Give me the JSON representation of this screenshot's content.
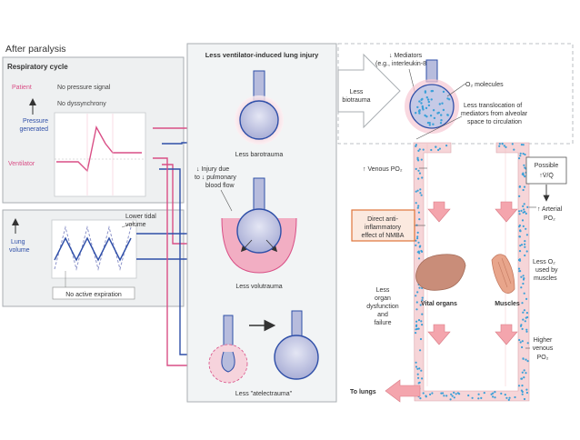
{
  "header": {
    "title": "After paralysis"
  },
  "respiratory_panel": {
    "title": "Respiratory cycle",
    "patient_label": "Patient",
    "no_pressure_signal": "No pressure signal",
    "no_dyssynchrony": "No dyssynchrony",
    "pressure_generated_line1": "Pressure",
    "pressure_generated_line2": "generated",
    "ventilator_label": "Ventilator"
  },
  "volume_panel": {
    "lung_volume_line1": "Lung",
    "lung_volume_line2": "volume",
    "lower_tidal_line1": "Lower tidal",
    "lower_tidal_line2": "volume",
    "no_active_expiration": "No active expiration"
  },
  "center_panel": {
    "title": "Less ventilator-induced lung injury",
    "less_barotrauma": "Less barotrauma",
    "injury_line1": "↓ Injury due",
    "injury_line2": "to ↓ pulmonary",
    "injury_line3": "blood flow",
    "less_volutrauma": "Less volutrauma",
    "less_atelectrauma": "Less \"atelectrauma\""
  },
  "right_panel": {
    "less_biotrauma_line1": "Less",
    "less_biotrauma_line2": "biotrauma",
    "mediators_line1": "↓ Mediators",
    "mediators_line2": "(e.g., interleukin-8)",
    "o2_molecules": "O₂ molecules",
    "translocation_line1": "Less translocation of",
    "translocation_line2": "mediators from alveolar",
    "translocation_line3": "space to circulation",
    "venous_po2": "↑ Venous PO₂",
    "possible_line1": "Possible",
    "possible_line2": "↑V̇/Q̇",
    "arterial_po2_line1": "↑ Arterial",
    "arterial_po2_line2": "PO₂",
    "nmba_line1": "Direct anti-",
    "nmba_line2": "inflammatory",
    "nmba_line3": "effect of NMBA",
    "less_o2_line1": "Less O₂",
    "less_o2_line2": "used by",
    "less_o2_line3": "muscles",
    "organ_line1": "Less",
    "organ_line2": "organ",
    "organ_line3": "dysfunction",
    "organ_line4": "and",
    "organ_line5": "failure",
    "vital_organs": "Vital organs",
    "muscles": "Muscles",
    "higher_line1": "Higher",
    "higher_line2": "venous",
    "higher_line3": "PO₂",
    "to_lungs": "To lungs"
  },
  "colors": {
    "panel_bg": "#eef0f1",
    "panel_border": "#a9aeb2",
    "ventilator_pink": "#d94f86",
    "lung_blue": "#2f4fa8",
    "alveolus_fill": "#c9cde6",
    "vessel_pink": "#f2c6c9",
    "o2_dot": "#3aa0d8",
    "nmba_orange": "#e0753b"
  }
}
